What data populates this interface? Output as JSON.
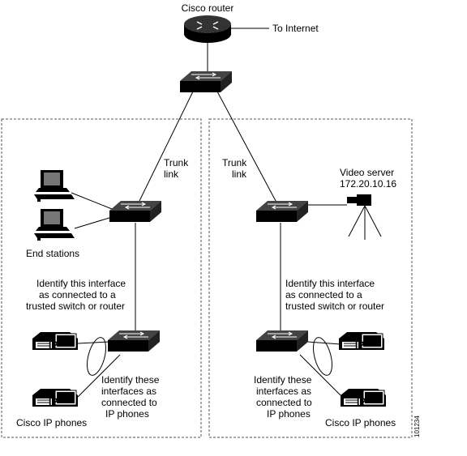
{
  "labels": {
    "router": "Cisco router",
    "internet": "To Internet",
    "trunk_left_1": "Trunk",
    "trunk_left_2": "link",
    "trunk_right_1": "Trunk",
    "trunk_right_2": "link",
    "video_1": "Video server",
    "video_2": "172.20.10.16",
    "end_stations": "End stations",
    "trusted_left_1": "Identify this interface",
    "trusted_left_2": "as connected to a",
    "trusted_left_3": "trusted switch or router",
    "trusted_right_1": "Identify this interface",
    "trusted_right_2": "as connected to a",
    "trusted_right_3": "trusted switch or router",
    "phones_note_left_1": "Identify these",
    "phones_note_left_2": "interfaces as",
    "phones_note_left_3": "connected to",
    "phones_note_left_4": "IP phones",
    "phones_note_right_1": "Identify these",
    "phones_note_right_2": "interfaces as",
    "phones_note_right_3": "connected to",
    "phones_note_right_4": "IP phones",
    "phones_left": "Cisco IP phones",
    "phones_right": "Cisco IP phones",
    "ip": "IP",
    "figure_id": "101234"
  },
  "colors": {
    "device": "#000000",
    "line": "#000000",
    "box_border": "#555555"
  }
}
